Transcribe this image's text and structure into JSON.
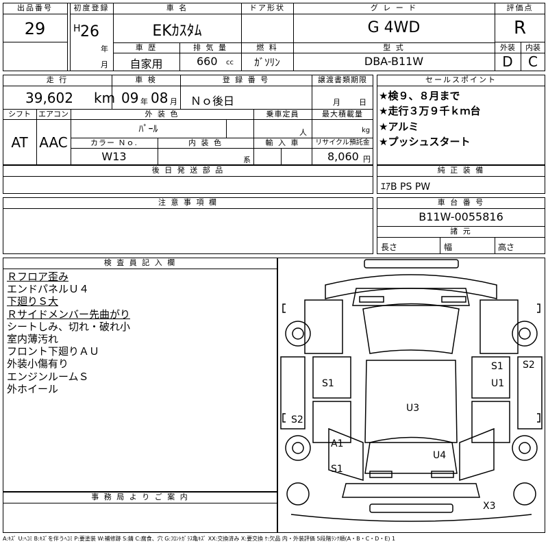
{
  "header": {
    "lot_no_label": "出品番号",
    "lot_no": "29",
    "first_reg_label": "初度登録",
    "era": "H",
    "year_value": "26",
    "year_unit": "年",
    "month_unit": "月",
    "car_name_label": "車 名",
    "car_name": "EKｶｽﾀﾑ",
    "door_label": "ドア形状",
    "grade_label": "グ レ ー ド",
    "grade": "G 4WD",
    "score_label": "評価点",
    "score": "R",
    "history_label": "車 歴",
    "history": "自家用",
    "displacement_label": "排 気 量",
    "displacement": "660",
    "displacement_unit": "cc",
    "fuel_label": "燃 料",
    "fuel": "ｶﾞｿﾘﾝ",
    "model_code_label": "型 式",
    "model_code": "DBA-B11W",
    "exterior_label": "外装",
    "exterior": "D",
    "interior_label": "内装",
    "interior": "C"
  },
  "row2": {
    "mileage_label": "走 行",
    "mileage": "39,602",
    "mileage_unit": "km",
    "inspection_label": "車 検",
    "inspection_year": "09",
    "inspection_year_unit": "年",
    "inspection_month": "08",
    "inspection_month_unit": "月",
    "reg_no_label": "登 録 番 号",
    "reg_no": "Ｎｏ後日",
    "transfer_label": "譲渡書類期限",
    "transfer_month_unit": "月",
    "transfer_day_unit": "日",
    "sales_label": "セールスポイント",
    "sales_points": [
      "★検９、８月まで",
      "★走行３万９千ｋｍ台",
      "★アルミ",
      "★プッシュスタート"
    ]
  },
  "row3": {
    "shift_label": "シフト",
    "shift": "AT",
    "ac_label": "エアコン",
    "ac": "AAC",
    "ext_color_label": "外 装 色",
    "ext_color": "ﾊﾟｰﾙ",
    "capacity_label": "乗車定員",
    "capacity_unit": "人",
    "max_load_label": "最大積載量",
    "max_load_unit": "kg",
    "color_no_label": "カラー Ｎｏ.",
    "color_no": "W13",
    "int_color_label": "内 装 色",
    "int_color_unit": "系",
    "import_label": "輸 入 車",
    "recycle_label": "リサイクル預託金",
    "recycle": "8,060",
    "recycle_unit": "円"
  },
  "later_parts_label": "後 日 発 送 部 品",
  "genuine_label": "純 正 装 備",
  "genuine": "ｴｱB PS PW",
  "notes_label": "注 意 事 項 欄",
  "chassis_label": "車 台 番 号",
  "chassis": "B11W-0055816",
  "dims_label": "諸 元",
  "dims": {
    "length": "長さ",
    "width": "幅",
    "height": "高さ"
  },
  "inspector_label": "検 査 員 記 入 欄",
  "inspector_notes": [
    "Ｒフロア歪み",
    "エンドパネルＵ４",
    "下廻りＳ大",
    "Ｒサイドメンバー先曲がり",
    "シートしみ、切れ・破れ小",
    "室内薄汚れ",
    "フロント下廻りＡＵ",
    "外装小傷有り",
    "エンジンルームＳ",
    "外ホイール"
  ],
  "underlined_notes": [
    0,
    2,
    3
  ],
  "office_label": "事 務 局 よ り ご 案 内",
  "legend": "A:ｷｽﾞ U:ﾍｺﾐ B:ｷｽﾞを伴うﾍｺﾐ P:要塗装 W:補修跡 S:錆 C:腐食、穴 G:ﾌﾛﾝﾄｶﾞﾗｽ亀ｷｽﾞ XX:交換済み X:要交換 ｹ:欠品 内・外装評価 5段階ﾗﾝｸ順(A・B・C・D・E) 1",
  "car_marks": {
    "s1_left": "S1",
    "s1_right": "S1",
    "u1_right": "U1",
    "s2_right": "S2",
    "s2_left": "S2",
    "u3": "U3",
    "a1": "A1",
    "u4": "U4",
    "s1_lower": "S1",
    "x3": "X3"
  }
}
